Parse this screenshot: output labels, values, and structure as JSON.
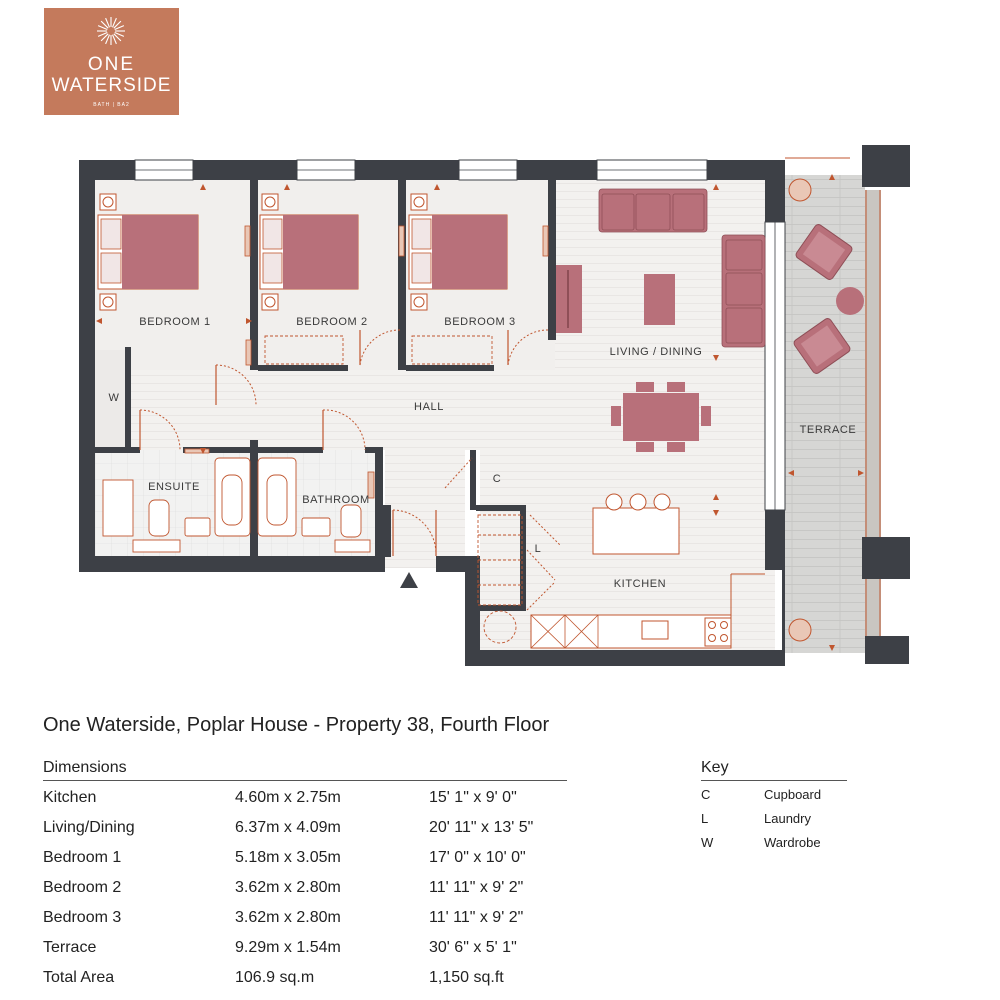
{
  "logo": {
    "line1": "ONE",
    "line2": "WATERSIDE",
    "line3": "BATH | BA2",
    "bg_color": "#c47a5c"
  },
  "plan": {
    "rooms": {
      "bedroom1": "BEDROOM  1",
      "bedroom2": "BEDROOM  2",
      "bedroom3": "BEDROOM  3",
      "living": "LIVING / DINING",
      "hall": "HALL",
      "ensuite": "ENSUITE",
      "bathroom": "BATHROOM",
      "kitchen": "KITCHEN",
      "terrace": "TERRACE",
      "cupboard": "C",
      "laundry": "L",
      "wardrobe": "W"
    },
    "colors": {
      "wall": "#3d4046",
      "furniture": "#b8707a",
      "accent": "#c0562f",
      "floor": "#f1efed",
      "terrace": "#d8d8d6"
    }
  },
  "title": "One Waterside, Poplar House - Property 38, Fourth Floor",
  "dimensions": {
    "heading": "Dimensions",
    "rows": [
      {
        "room": "Kitchen",
        "metric": "4.60m x 2.75m",
        "imperial": "15' 1\" x 9' 0\""
      },
      {
        "room": "Living/Dining",
        "metric": "6.37m x 4.09m",
        "imperial": "20' 11\" x 13' 5\""
      },
      {
        "room": "Bedroom 1",
        "metric": "5.18m x 3.05m",
        "imperial": "17' 0\" x 10' 0\""
      },
      {
        "room": "Bedroom 2",
        "metric": "3.62m x 2.80m",
        "imperial": "11' 11\" x 9' 2\""
      },
      {
        "room": "Bedroom 3",
        "metric": "3.62m x 2.80m",
        "imperial": "11' 11\" x 9' 2\""
      },
      {
        "room": "Terrace",
        "metric": "9.29m x 1.54m",
        "imperial": "30' 6\" x 5' 1\""
      },
      {
        "room": "Total Area",
        "metric": "106.9 sq.m",
        "imperial": "1,150 sq.ft"
      }
    ]
  },
  "key": {
    "heading": "Key",
    "items": [
      {
        "code": "C",
        "label": "Cupboard"
      },
      {
        "code": "L",
        "label": "Laundry"
      },
      {
        "code": "W",
        "label": "Wardrobe"
      }
    ]
  }
}
